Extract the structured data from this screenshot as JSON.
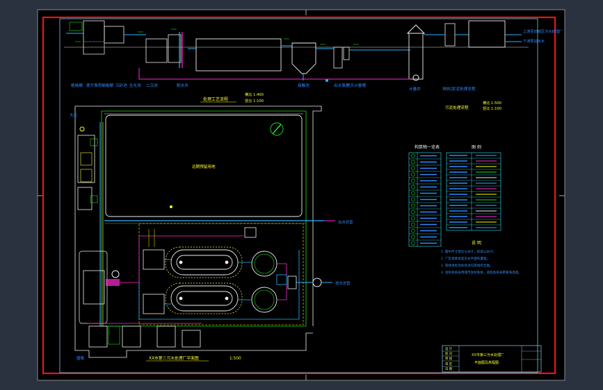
{
  "colors": {
    "background": "#2a323f",
    "sheet": "#000000",
    "frame": "#e8161c",
    "inner_frame": "#8fd3ea",
    "process_line": "#f0f0f0",
    "water_line": "#2db4ff",
    "sludge_line": "#ff2bd6",
    "air_line": "#ffff00",
    "green_line": "#1ee01e",
    "label_text": "#2f8cff",
    "yellow_text": "#ffff30",
    "cyan_text": "#37e6ff"
  },
  "process": {
    "caption": "处理工艺流程",
    "scale_h": "横比 1:400",
    "scale_v": "竖比 1:100",
    "discharge_text_1": "上游至旧城区污水处理厂",
    "discharge_text_2": "下游泵站出水",
    "labels": [
      "粗格栅",
      "提升泵房",
      "细格栅",
      "沉砂池",
      "生化池",
      "二沉池",
      "配水井",
      "接触池",
      "出水泵房",
      "巴氏计量槽",
      "计量井",
      "排放口"
    ],
    "elevation_caption": "污泥处理流程",
    "elevation_scale_h": "横比 1:500",
    "elevation_scale_v": "竖比 1:100"
  },
  "site": {
    "gate_label": "大门",
    "reserve_label": "远期预留用地",
    "inflow_label": "进水总管",
    "outflow_label": "出水总管",
    "plan_title": "XX市第三污水处理厂平面图",
    "plan_scale": "1:500",
    "corner_label": "围墙"
  },
  "legend": {
    "structures_title": "构筑物一览表",
    "symbols_title": "图 例",
    "notes_title": "说 明",
    "structure_count": 15,
    "symbol_rows": 14,
    "notes": [
      "1. 图中尺寸单位以米计，标高以米计。",
      "2. 厂区道路宽度见总平面布置图。",
      "3. 管线坐标及标高详见管线综合图。",
      "4. 坐标系统采用城市坐标系统，高程系统采用黄海高程。"
    ]
  },
  "title_block": {
    "project": "XX市第三污水处理厂",
    "drawing": "平面图及高程图",
    "rows": [
      "设 计",
      "校 对",
      "审 核",
      "审 定",
      "日 期"
    ]
  }
}
